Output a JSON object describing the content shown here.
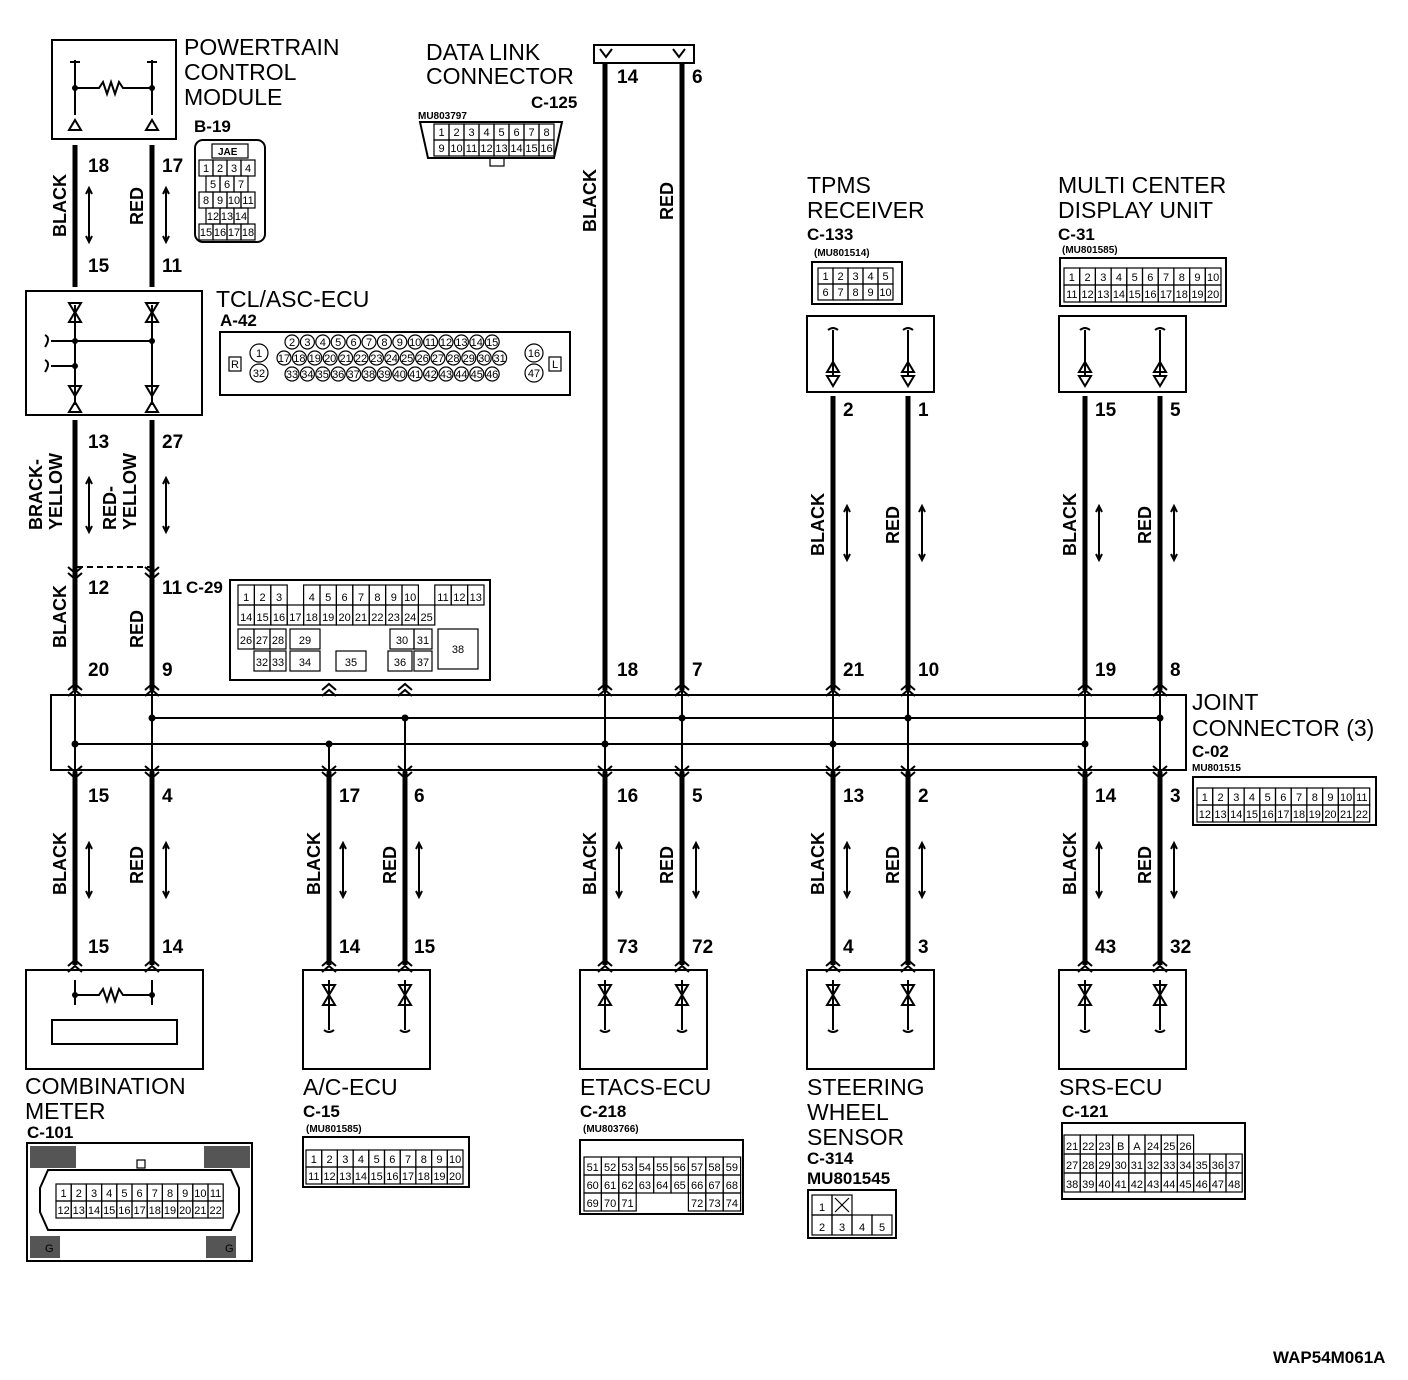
{
  "components": {
    "pcm": {
      "name_lines": [
        "POWERTRAIN",
        "CONTROL",
        "MODULE"
      ],
      "code": "B-19",
      "conn_tag": "JAE",
      "conn_rows": [
        [
          "1",
          "2",
          "3",
          "4"
        ],
        [
          "5",
          "6",
          "7"
        ],
        [
          "8",
          "9",
          "10",
          "11"
        ],
        [
          "12",
          "13",
          "14"
        ],
        [
          "15",
          "16",
          "17",
          "18"
        ]
      ]
    },
    "dlc": {
      "name_lines": [
        "DATA LINK",
        "CONNECTOR"
      ],
      "code": "C-125",
      "part": "MU803797",
      "conn_rows": [
        [
          "1",
          "2",
          "3",
          "4",
          "5",
          "6",
          "7",
          "8"
        ],
        [
          "9",
          "10",
          "11",
          "12",
          "13",
          "14",
          "15",
          "16"
        ]
      ]
    },
    "tcl": {
      "name": "TCL/ASC-ECU",
      "code": "A-42",
      "conn_rows": [
        [
          "2",
          "3",
          "4",
          "5",
          "6",
          "7",
          "8",
          "9",
          "10",
          "11",
          "12",
          "13",
          "14",
          "15"
        ],
        [
          "17",
          "18",
          "19",
          "20",
          "21",
          "22",
          "23",
          "24",
          "25",
          "26",
          "27",
          "28",
          "29",
          "30",
          "31"
        ],
        [
          "33",
          "34",
          "35",
          "36",
          "37",
          "38",
          "39",
          "40",
          "41",
          "42",
          "43",
          "44",
          "45",
          "46"
        ]
      ],
      "side_left": [
        "1",
        "32"
      ],
      "side_right": [
        "16",
        "47"
      ],
      "marker_left": "R",
      "marker_right": "L"
    },
    "tpms": {
      "name_lines": [
        "TPMS",
        "RECEIVER"
      ],
      "code": "C-133",
      "part": "(MU801514)",
      "conn_rows": [
        [
          "1",
          "2",
          "3",
          "4",
          "5"
        ],
        [
          "6",
          "7",
          "8",
          "9",
          "10"
        ]
      ]
    },
    "mcdu": {
      "name_lines": [
        "MULTI CENTER",
        "DISPLAY UNIT"
      ],
      "code": "C-31",
      "part": "(MU801585)",
      "conn_rows": [
        [
          "1",
          "2",
          "3",
          "4",
          "5",
          "6",
          "7",
          "8",
          "9",
          "10"
        ],
        [
          "11",
          "12",
          "13",
          "14",
          "15",
          "16",
          "17",
          "18",
          "19",
          "20"
        ]
      ]
    },
    "joint": {
      "name_lines": [
        "JOINT",
        "CONNECTOR (3)"
      ],
      "code": "C-02",
      "part": "MU801515",
      "conn_rows": [
        [
          "1",
          "2",
          "3",
          "4",
          "5",
          "6",
          "7",
          "8",
          "9",
          "10",
          "11"
        ],
        [
          "12",
          "13",
          "14",
          "15",
          "16",
          "17",
          "18",
          "19",
          "20",
          "21",
          "22"
        ]
      ]
    },
    "c29": {
      "code": "C-29",
      "rows": [
        [
          "1",
          "2",
          "3",
          "",
          "4",
          "5",
          "6",
          "7",
          "8",
          "9",
          "10",
          "",
          "11",
          "12",
          "13"
        ],
        [
          "14",
          "15",
          "16",
          "17",
          "18",
          "19",
          "20",
          "21",
          "22",
          "23",
          "24",
          "25"
        ],
        [
          "26",
          "27",
          "28",
          "29",
          "30",
          "31",
          "38"
        ],
        [
          "32",
          "33",
          "34",
          "35",
          "36",
          "37"
        ]
      ]
    },
    "meter": {
      "name_lines": [
        "COMBINATION",
        "METER"
      ],
      "code": "C-101",
      "conn_rows": [
        [
          "1",
          "2",
          "3",
          "4",
          "5",
          "6",
          "7",
          "8",
          "9",
          "10",
          "11"
        ],
        [
          "12",
          "13",
          "14",
          "15",
          "16",
          "17",
          "18",
          "19",
          "20",
          "21",
          "22"
        ]
      ],
      "corner": "G"
    },
    "ac": {
      "name": "A/C-ECU",
      "code": "C-15",
      "part": "(MU801585)",
      "conn_rows": [
        [
          "1",
          "2",
          "3",
          "4",
          "5",
          "6",
          "7",
          "8",
          "9",
          "10"
        ],
        [
          "11",
          "12",
          "13",
          "14",
          "15",
          "16",
          "17",
          "18",
          "19",
          "20"
        ]
      ]
    },
    "etacs": {
      "name": "ETACS-ECU",
      "code": "C-218",
      "part": "(MU803766)",
      "conn_rows": [
        [
          "51",
          "52",
          "53",
          "54",
          "55",
          "56",
          "57",
          "58",
          "59"
        ],
        [
          "60",
          "61",
          "62",
          "63",
          "64",
          "65",
          "66",
          "67",
          "68"
        ],
        [
          "69",
          "70",
          "71",
          "",
          "",
          "",
          "72",
          "73",
          "74"
        ]
      ]
    },
    "sws": {
      "name_lines": [
        "STEERING",
        "WHEEL",
        "SENSOR"
      ],
      "code": "C-314",
      "part": "MU801545",
      "conn_rows": [
        [
          "1",
          "X"
        ],
        [
          "2",
          "3",
          "4",
          "5"
        ]
      ]
    },
    "srs": {
      "name": "SRS-ECU",
      "code": "C-121",
      "conn_rows": [
        [
          "21",
          "22",
          "23",
          "B",
          "A",
          "24",
          "25",
          "26"
        ],
        [
          "27",
          "28",
          "29",
          "30",
          "31",
          "32",
          "33",
          "34",
          "35",
          "36",
          "37"
        ],
        [
          "38",
          "39",
          "40",
          "41",
          "42",
          "43",
          "44",
          "45",
          "46",
          "47",
          "48"
        ]
      ]
    }
  },
  "pins": {
    "pcm_b": "18",
    "pcm_r": "17",
    "tcl_top_b": "15",
    "tcl_top_r": "11",
    "tcl_bot_b": "13",
    "tcl_bot_r": "27",
    "c29_b": "12",
    "c29_r": "11",
    "joint_in": [
      "20",
      "9",
      "18",
      "7",
      "21",
      "10",
      "19",
      "8"
    ],
    "dlc": [
      "14",
      "6"
    ],
    "tpms": [
      "2",
      "1"
    ],
    "mcdu": [
      "15",
      "5"
    ],
    "joint_out": [
      "15",
      "4",
      "17",
      "6",
      "16",
      "5",
      "13",
      "2",
      "14",
      "3"
    ],
    "dev": [
      "15",
      "14",
      "14",
      "15",
      "73",
      "72",
      "4",
      "3",
      "43",
      "32"
    ]
  },
  "wire_colors": {
    "black": "BLACK",
    "red": "RED",
    "brack_yellow": [
      "BRACK-",
      "YELLOW"
    ],
    "red_yellow": [
      "RED-",
      "YELLOW"
    ]
  },
  "figure_ref": "WAP54M061A"
}
